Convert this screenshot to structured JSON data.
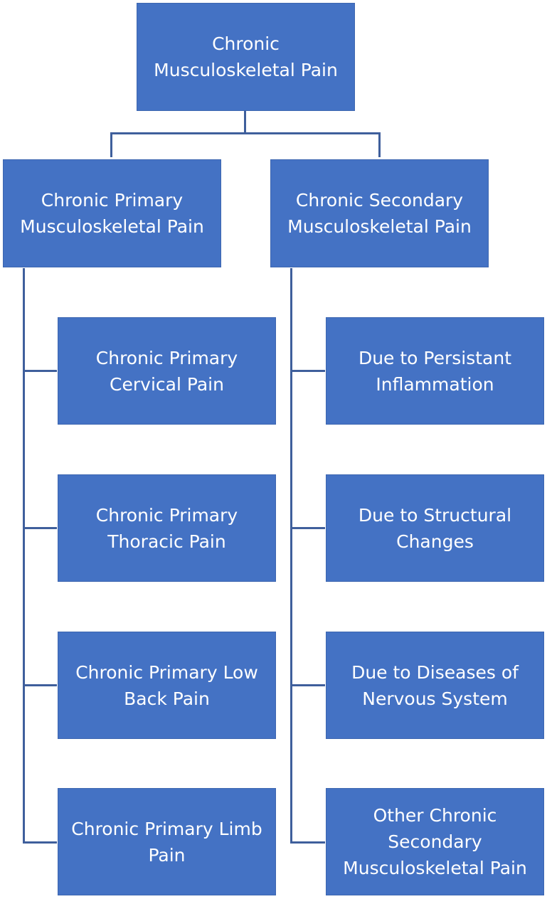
{
  "diagram": {
    "root": {
      "label": "Chronic Musculoskeletal Pain"
    },
    "branches": [
      {
        "label": "Chronic Primary Musculoskeletal Pain",
        "children": [
          "Chronic Primary Cervical Pain",
          "Chronic Primary Thoracic Pain",
          "Chronic Primary Low Back Pain",
          "Chronic Primary Limb Pain"
        ]
      },
      {
        "label": "Chronic Secondary Musculoskeletal Pain",
        "children": [
          "Due to Persistant Inflammation",
          "Due to Structural Changes",
          "Due to Diseases of Nervous System",
          "Other Chronic Secondary Musculoskeletal Pain"
        ]
      }
    ]
  },
  "colors": {
    "node_fill": "#4472c4",
    "connector": "#3f5f9c",
    "text": "#ffffff"
  }
}
